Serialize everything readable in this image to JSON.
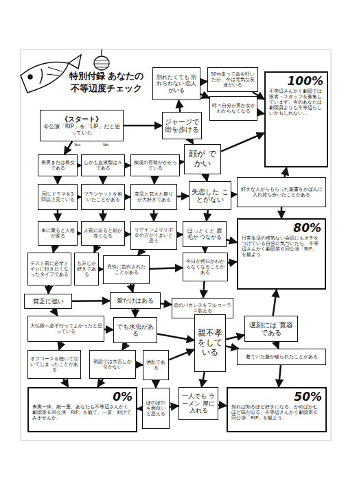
{
  "diagram": {
    "title": "特別付録 あなたの 不等辺度チェック",
    "nodes": [
      {
        "text": [
          "《スタート》",
          "今公演「RIP」を「LIP」だと思っていた"
        ]
      },
      {
        "text": [
          "別れたくても 別れられない 恋人がいる"
        ]
      },
      {
        "text": [
          "50m走って血を吐いたが、今は元気な友達がいる"
        ]
      },
      {
        "text": [
          "時々自分が男か女かわからなくなる"
        ]
      },
      {
        "text": [
          "ジャージで 街を歩ける"
        ]
      },
      {
        "text": [
          "100%",
          "不等辺さんかく劇団では役者・スタッフを募集しています。今のあなたは劇団員よりも不等辺らしいかもしれない…"
        ]
      },
      {
        "text": [
          "長男または長女である"
        ]
      },
      {
        "text": [
          "しかも血液型はＡである"
        ]
      },
      {
        "text": [
          "痴漢の容疑がかかっている"
        ]
      },
      {
        "text": [
          "顔が でかい"
        ]
      },
      {
        "text": [
          "同じドラマを3回以上見ている"
        ]
      },
      {
        "text": [
          "ブランケットを抱いたことがある"
        ]
      },
      {
        "text": [
          "花見と花火と祭りが大好きである"
        ]
      },
      {
        "text": [
          "失恋した ことがない"
        ]
      },
      {
        "text": [
          "好きな人からもらった葉書をかばんに入れ持ち歩いたことがある"
        ]
      },
      {
        "text": [
          "車に乗ると人格が変る"
        ]
      },
      {
        "text": [
          "人前に出ると顔が赤くなる"
        ]
      },
      {
        "text": [
          "リゲインよりリポＤの方がうまいと思う"
        ]
      },
      {
        "text": [
          "ほっとくと 眉毛が つながる"
        ]
      },
      {
        "text": [
          "80%",
          "日常生活の何気ない会話にもオチをつけている自分に気づいたら、不等辺さんかく劇団第６回公演「RIP」を観よう"
        ]
      },
      {
        "text": [
          "テスト前に必ずトイレに行きたくなったタイプである"
        ]
      },
      {
        "text": [
          "もみじが好きである"
        ]
      },
      {
        "text": [
          "異性に告白されたことがある"
        ]
      },
      {
        "text": [
          "今日が何日かわからなくなることがある"
        ]
      },
      {
        "text": [
          "貧乏に強い"
        ]
      },
      {
        "text": [
          "愛だけはある"
        ]
      },
      {
        "text": [
          "恋のバカンスをフルコーラス歌える"
        ]
      },
      {
        "text": [
          "大仏殿へ必ず行ってよかったと思っている"
        ]
      },
      {
        "text": [
          "でも水虫がある"
        ]
      },
      {
        "text": [
          "親不孝 をしている"
        ]
      },
      {
        "text": [
          "遅刻には 寛容である"
        ]
      },
      {
        "text": [
          "着ていた服が破られたことがある"
        ]
      },
      {
        "text": [
          "オフコースを聴いて泣いてしまったことがある"
        ]
      },
      {
        "text": [
          "初詣では大吉しか引かない"
        ]
      },
      {
        "text": [
          "酒乱である"
        ]
      },
      {
        "text": [
          "0%",
          "表裏一体、紙一重。あなたも不等辺さんかく劇団第６回公演「RIP」を観て、一皮、剥けてみませんか。"
        ]
      },
      {
        "text": [
          "ぽのぽのを面白いと思える"
        ]
      },
      {
        "text": [
          "一人でも ラーメン 屋に入れる"
        ]
      },
      {
        "text": [
          "50%",
          "知れば知るほど好きになる。かめばかむほど味が出る。不等辺さんかく劇団第６回公演「RIP」を観よう。"
        ]
      }
    ],
    "edges": [
      {
        "from": 0,
        "to": 4,
        "arrow": "to"
      },
      {
        "from": 0,
        "to": 6,
        "arrow": "to"
      },
      {
        "from": 4,
        "to": 1,
        "arrow": "to"
      },
      {
        "from": 4,
        "to": 9,
        "arrow": "to"
      },
      {
        "from": 1,
        "to": 2,
        "arrow": "to"
      },
      {
        "from": 1,
        "to": 3,
        "arrow": "to"
      },
      {
        "from": 2,
        "to": 5,
        "arrow": "to"
      },
      {
        "from": 3,
        "to": 5,
        "arrow": "to"
      },
      {
        "from": 6,
        "to": 7,
        "arrow": "to"
      },
      {
        "from": 6,
        "to": 10,
        "arrow": "to"
      },
      {
        "from": 7,
        "to": 8,
        "arrow": "to"
      },
      {
        "from": 7,
        "to": 11,
        "arrow": "to"
      },
      {
        "from": 8,
        "to": 9,
        "arrow": "to"
      },
      {
        "from": 8,
        "to": 12,
        "arrow": "to"
      },
      {
        "from": 9,
        "to": 13,
        "arrow": "to"
      },
      {
        "from": 9,
        "to": 5,
        "arrow": "to"
      },
      {
        "from": 10,
        "to": 11,
        "arrow": "to"
      },
      {
        "from": 10,
        "to": 15,
        "arrow": "to"
      },
      {
        "from": 11,
        "to": 12,
        "arrow": "to"
      },
      {
        "from": 11,
        "to": 16,
        "arrow": "to"
      },
      {
        "from": 12,
        "to": 13,
        "arrow": "to"
      },
      {
        "from": 12,
        "to": 17,
        "arrow": "to"
      },
      {
        "from": 13,
        "to": 14,
        "arrow": "to"
      },
      {
        "from": 13,
        "to": 18,
        "arrow": "to"
      },
      {
        "from": 14,
        "to": 5,
        "arrow": "to"
      },
      {
        "from": 14,
        "to": 19,
        "arrow": "to"
      },
      {
        "from": 15,
        "to": 16,
        "arrow": "to"
      },
      {
        "from": 15,
        "to": 20,
        "arrow": "to"
      },
      {
        "from": 16,
        "to": 17,
        "arrow": "to"
      },
      {
        "from": 16,
        "to": 21,
        "arrow": "to"
      },
      {
        "from": 17,
        "to": 18,
        "arrow": "to"
      },
      {
        "from": 17,
        "to": 22,
        "arrow": "to"
      },
      {
        "from": 18,
        "to": 19,
        "arrow": "to"
      },
      {
        "from": 18,
        "to": 23,
        "arrow": "to"
      },
      {
        "from": 20,
        "to": 24,
        "arrow": "to"
      },
      {
        "from": 21,
        "to": 22,
        "arrow": "to"
      },
      {
        "from": 22,
        "to": 25,
        "arrow": "to"
      },
      {
        "from": 22,
        "to": 23,
        "arrow": "to"
      },
      {
        "from": 23,
        "to": 26,
        "arrow": "to"
      },
      {
        "from": 23,
        "to": 19,
        "arrow": "to"
      },
      {
        "from": 24,
        "to": 27,
        "arrow": "to"
      },
      {
        "from": 24,
        "to": 25,
        "arrow": "to"
      },
      {
        "from": 25,
        "to": 26,
        "arrow": "to"
      },
      {
        "from": 25,
        "to": 28,
        "arrow": "to"
      },
      {
        "from": 26,
        "to": 29,
        "arrow": "to"
      },
      {
        "from": 27,
        "to": 32,
        "arrow": "to"
      },
      {
        "from": 27,
        "to": 28,
        "arrow": "to"
      },
      {
        "from": 28,
        "to": 33,
        "arrow": "to"
      },
      {
        "from": 28,
        "to": 29,
        "arrow": "to"
      },
      {
        "from": 29,
        "to": 30,
        "arrow": "to"
      },
      {
        "from": 30,
        "to": 19,
        "arrow": "to"
      },
      {
        "from": 30,
        "to": 31,
        "arrow": "to"
      },
      {
        "from": 29,
        "to": 31,
        "arrow": "to"
      },
      {
        "from": 29,
        "to": 37,
        "arrow": "to"
      },
      {
        "from": 32,
        "to": 35,
        "arrow": "to"
      },
      {
        "from": 33,
        "to": 35,
        "arrow": "to"
      },
      {
        "from": 33,
        "to": 34,
        "arrow": "to"
      },
      {
        "from": 34,
        "to": 36,
        "arrow": "to"
      },
      {
        "from": 34,
        "to": 29,
        "arrow": "to"
      },
      {
        "from": 36,
        "to": 35,
        "arrow": "to"
      },
      {
        "from": 36,
        "to": 37,
        "arrow": "to"
      },
      {
        "from": 37,
        "to": 38,
        "arrow": "to"
      },
      {
        "from": 31,
        "to": 38,
        "arrow": "to"
      }
    ],
    "labels": [
      "Yes",
      "No"
    ]
  }
}
